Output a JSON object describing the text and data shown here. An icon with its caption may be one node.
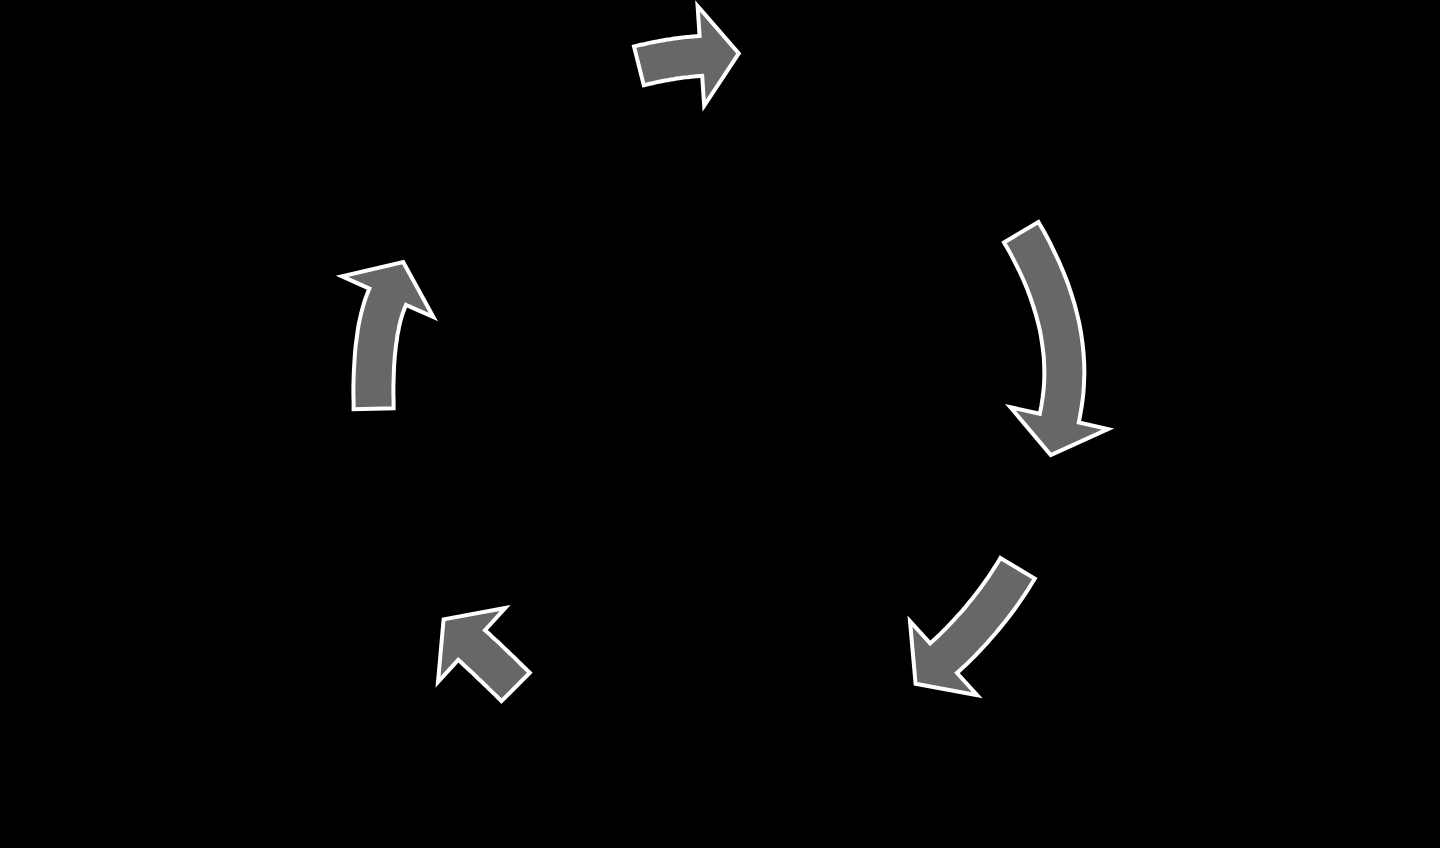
{
  "diagram": {
    "nodes": [
      {
        "text": [],
        "shape": "arrow"
      },
      {
        "text": [],
        "shape": "arrow"
      },
      {
        "text": [],
        "shape": "arrow"
      },
      {
        "text": [],
        "shape": "arrow"
      },
      {
        "text": [],
        "shape": "arrow"
      }
    ]
  }
}
